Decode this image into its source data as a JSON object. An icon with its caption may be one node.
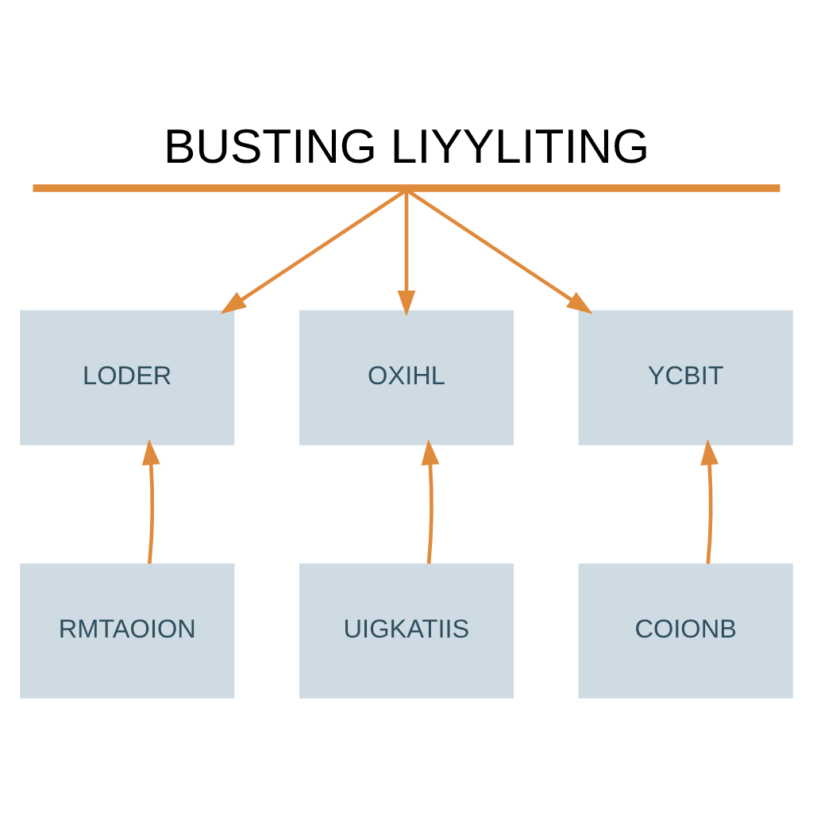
{
  "diagram": {
    "title": "BUSTING LIYYLITING",
    "nodes": [
      {
        "text": [],
        "shape": "bar"
      },
      {
        "text": [
          "LODER"
        ]
      },
      {
        "text": [
          "OXIHL"
        ]
      },
      {
        "text": [
          "YCBIT"
        ]
      },
      {
        "text": [
          "RMTAOION"
        ]
      },
      {
        "text": [
          "UIGKATIIS"
        ]
      },
      {
        "text": [
          "COIONB"
        ]
      }
    ],
    "edges": [
      {
        "from": 0,
        "to": 1,
        "arrow": "to"
      },
      {
        "from": 0,
        "to": 2,
        "arrow": "to"
      },
      {
        "from": 0,
        "to": 3,
        "arrow": "to"
      },
      {
        "from": 4,
        "to": 1,
        "arrow": "to"
      },
      {
        "from": 5,
        "to": 2,
        "arrow": "to"
      },
      {
        "from": 6,
        "to": 3,
        "arrow": "to"
      }
    ]
  }
}
